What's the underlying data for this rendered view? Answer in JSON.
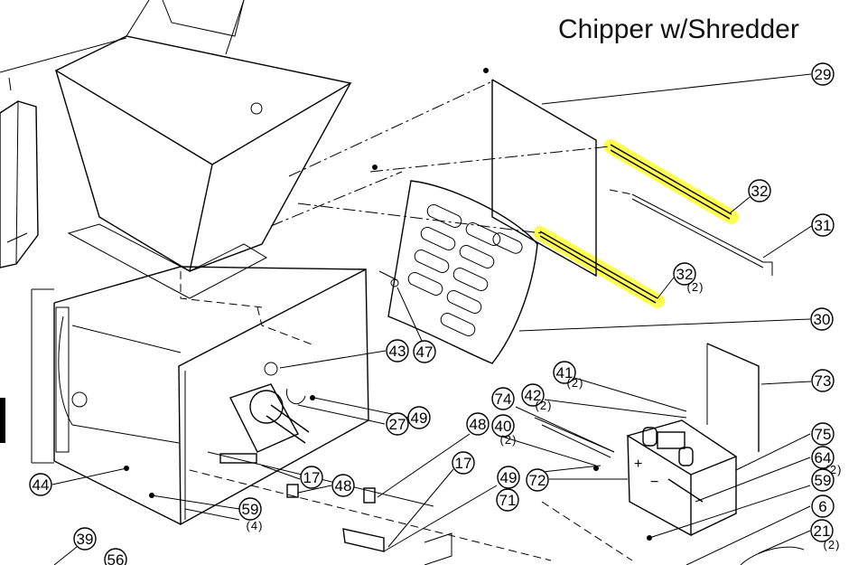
{
  "title": "Chipper w/Shredder",
  "highlight_color": "#ffff33",
  "callouts": [
    {
      "id": "c29",
      "num": "29",
      "qty": ""
    },
    {
      "id": "c32a",
      "num": "32",
      "qty": ""
    },
    {
      "id": "c31",
      "num": "31",
      "qty": ""
    },
    {
      "id": "c32b",
      "num": "32",
      "qty": "(2)"
    },
    {
      "id": "c30",
      "num": "30",
      "qty": ""
    },
    {
      "id": "c73",
      "num": "73",
      "qty": ""
    },
    {
      "id": "c43",
      "num": "43",
      "qty": ""
    },
    {
      "id": "c47",
      "num": "47",
      "qty": ""
    },
    {
      "id": "c41",
      "num": "41",
      "qty": "(2)"
    },
    {
      "id": "c42",
      "num": "42",
      "qty": "(2)"
    },
    {
      "id": "c74",
      "num": "74",
      "qty": ""
    },
    {
      "id": "c27",
      "num": "27",
      "qty": ""
    },
    {
      "id": "c49a",
      "num": "49",
      "qty": ""
    },
    {
      "id": "c48a",
      "num": "48",
      "qty": ""
    },
    {
      "id": "c40",
      "num": "40",
      "qty": "(2)"
    },
    {
      "id": "c75",
      "num": "75",
      "qty": ""
    },
    {
      "id": "c64",
      "num": "64",
      "qty": "(2)"
    },
    {
      "id": "c72",
      "num": "72",
      "qty": ""
    },
    {
      "id": "c17a",
      "num": "17",
      "qty": ""
    },
    {
      "id": "c17b",
      "num": "17",
      "qty": ""
    },
    {
      "id": "c49b",
      "num": "49",
      "qty": ""
    },
    {
      "id": "c59a",
      "num": "59",
      "qty": ""
    },
    {
      "id": "c44",
      "num": "44",
      "qty": ""
    },
    {
      "id": "c48b",
      "num": "48",
      "qty": ""
    },
    {
      "id": "c71",
      "num": "71",
      "qty": ""
    },
    {
      "id": "c59b",
      "num": "59",
      "qty": "(4)"
    },
    {
      "id": "c6",
      "num": "6",
      "qty": ""
    },
    {
      "id": "c21",
      "num": "21",
      "qty": "(2)"
    },
    {
      "id": "c39",
      "num": "39",
      "qty": ""
    },
    {
      "id": "c56",
      "num": "56",
      "qty": ""
    }
  ]
}
